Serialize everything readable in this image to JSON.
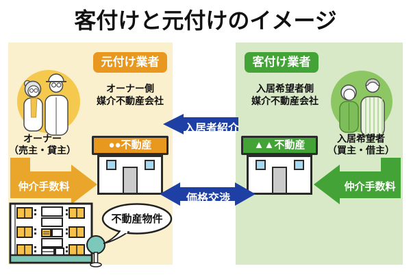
{
  "title": "客付けと元付けのイメージ",
  "colors": {
    "left_bg": "#FBF0CD",
    "right_bg": "#D8E9C8",
    "orange": "#E8981F",
    "orange_arrow": "#E9A62B",
    "green": "#44A337",
    "blue": "#1E3FA4",
    "yellow_circle": "#F5C94E",
    "green_circle": "#8CC763",
    "window_blue": "#A5D9F2",
    "teal": "#7CC4B4"
  },
  "left": {
    "badge": "元付け業者",
    "agency_line1": "オーナー側",
    "agency_line2": "媒介不動産会社",
    "person_line1": "オーナー",
    "person_line2": "（売主・貸主）",
    "sign": "●●不動産",
    "fee_label": "仲介手数料",
    "bubble": "不動産物件"
  },
  "right": {
    "badge": "客付け業者",
    "agency_line1": "入居希望者側",
    "agency_line2": "媒介不動産会社",
    "person_line1": "入居希望者",
    "person_line2": "（買主・借主）",
    "sign": "▲▲不動産",
    "fee_label": "仲介手数料"
  },
  "center": {
    "referral": "入居者紹介",
    "negotiation": "価格交渉"
  }
}
